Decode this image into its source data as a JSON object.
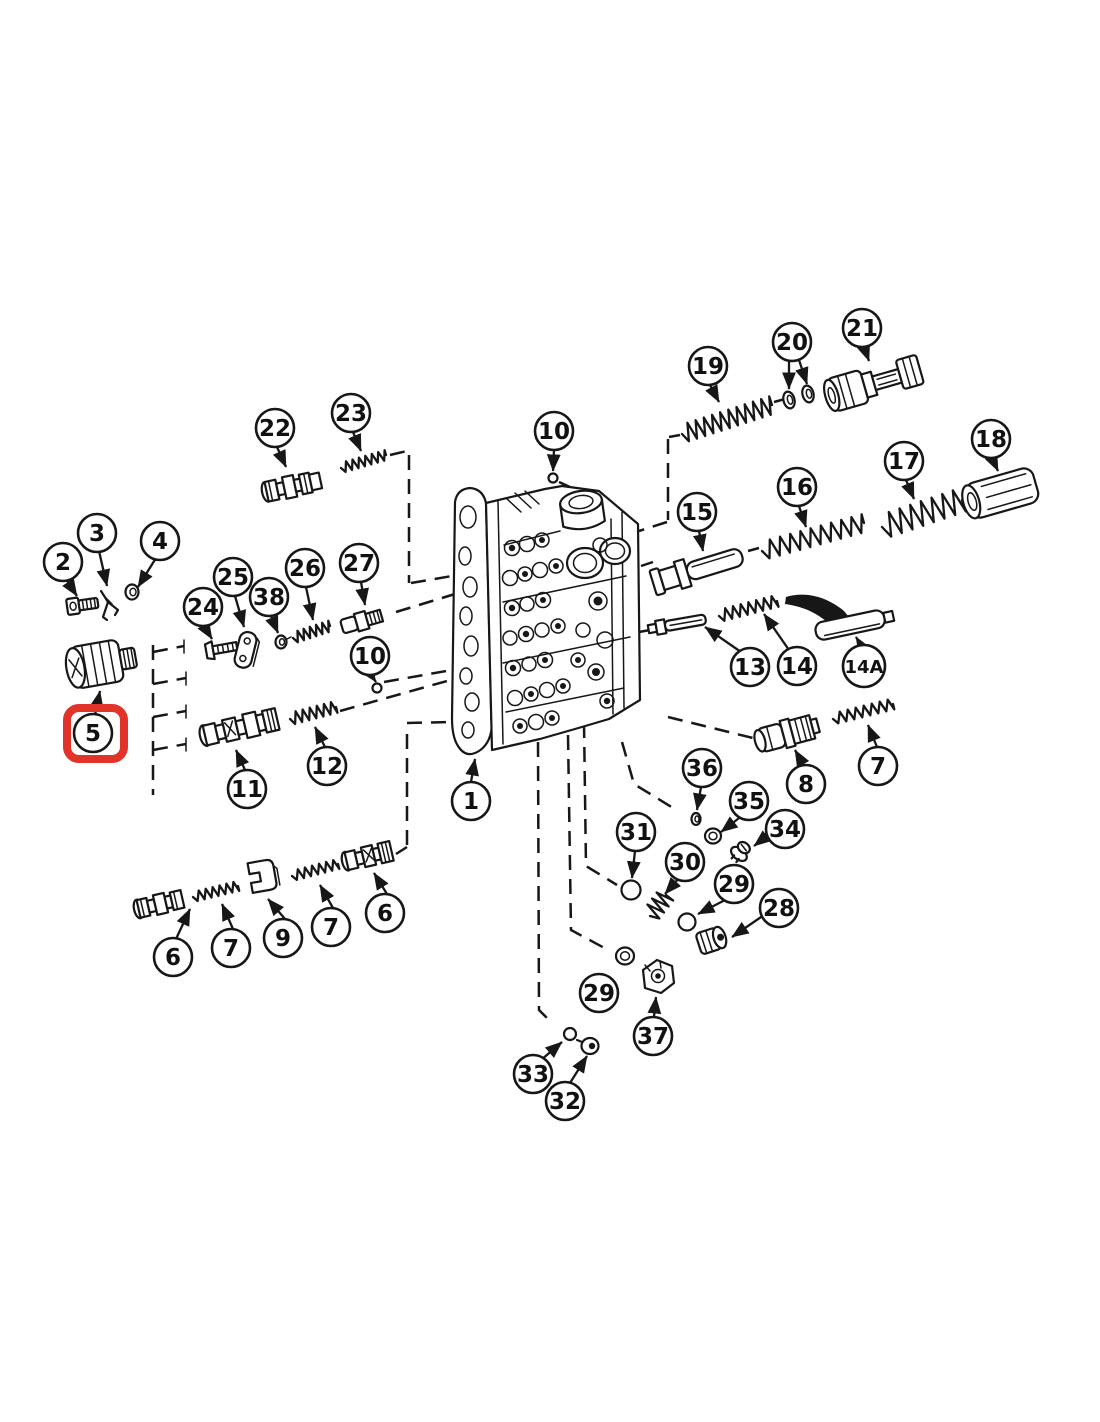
{
  "figure": {
    "kind": "exploded-parts-diagram",
    "background": "#ffffff",
    "line_color": "#171717",
    "highlight_color": "#e2332a"
  },
  "highlight": {
    "callout": "5"
  },
  "callouts": {
    "c1": "1",
    "c2": "2",
    "c3": "3",
    "c4": "4",
    "c5": "5",
    "c6a": "6",
    "c7a": "7",
    "c9": "9",
    "c7b": "7",
    "c6b": "6",
    "c8": "8",
    "c7c": "7",
    "c10a": "10",
    "c10b": "10",
    "c11": "11",
    "c12": "12",
    "c13": "13",
    "c14": "14",
    "c14a": "14A",
    "c15": "15",
    "c16": "16",
    "c17": "17",
    "c18": "18",
    "c19": "19",
    "c20": "20",
    "c21": "21",
    "c22": "22",
    "c23": "23",
    "c24": "24",
    "c25": "25",
    "c26": "26",
    "c27": "27",
    "c28": "28",
    "c29a": "29",
    "c29b": "29",
    "c30": "30",
    "c31": "31",
    "c32": "32",
    "c33": "33",
    "c34": "34",
    "c35": "35",
    "c36": "36",
    "c37": "37",
    "c38": "38"
  },
  "parts": {
    "p1": "valve-body",
    "p2": "socket-screw",
    "p3": "fork",
    "p4": "washer",
    "p5": "solenoid-valve",
    "p6": "spool-valve",
    "p7": "spring",
    "p8": "valve-fitting",
    "p9": "retainer-clip",
    "p10": "check-ball",
    "p11": "spool-valve",
    "p12": "spring",
    "p13": "valve-stem",
    "p14": "spring",
    "p14a": "shaft",
    "p15": "valve-spool",
    "p16": "spring",
    "p17": "spring",
    "p18": "sleeve",
    "p19": "spring",
    "p20": "washers",
    "p21": "valve-assembly",
    "p22": "spool-valve",
    "p23": "spring",
    "p24": "screw",
    "p25": "plate",
    "p26": "spring",
    "p27": "valve-fitting",
    "p28": "plug",
    "p29": "o-ring",
    "p30": "spring",
    "p31": "ball",
    "p32": "plug",
    "p33": "ball",
    "p34": "screw",
    "p35": "o-ring",
    "p36": "ring",
    "p37": "hex-nut",
    "p38": "clip"
  }
}
